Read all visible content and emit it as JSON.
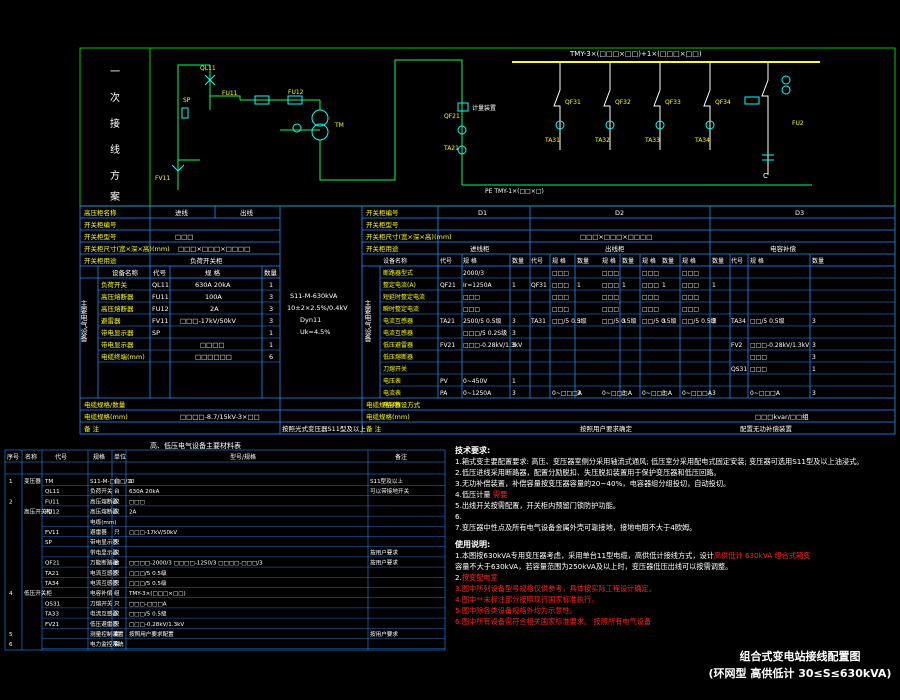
{
  "left_panel": {
    "label_chars": [
      "一",
      "次",
      "接",
      "线",
      "方",
      "案"
    ]
  },
  "busbar_label": "TMY-3×(□□□×□□)+1×(□□□×□□)",
  "pe_label": "PE  TMY-1×(□□×□)",
  "component_labels": {
    "fu11": "FU11",
    "fu12": "FU12",
    "qs11": "QL11",
    "sp": "SP",
    "fv11": "FV11",
    "tm": "TM",
    "qf21": "QF21",
    "ta21": "TA21",
    "meter": "计量装置",
    "qf31": "QF31",
    "qf32": "QF32",
    "qf33": "QF33",
    "qf34": "QF34",
    "ta31": "TA31",
    "ta32": "TA32",
    "ta33": "TA33",
    "ta34": "TA34",
    "c": "C",
    "fu2": "FU2"
  },
  "hv_table": {
    "rows": [
      {
        "label": "高压柜名称",
        "col1": "进线",
        "col2": "出线"
      },
      {
        "label": "开关柜编号",
        "col1": "",
        "col2": ""
      },
      {
        "label": "开关柜型号",
        "col1": "□□□",
        "col2": ""
      },
      {
        "label": "开关柜尺寸(宽×深×高)(mm)",
        "col1": "□□□×□□□×□□□□",
        "col2": ""
      },
      {
        "label": "开关柜用途",
        "col1": "负荷开关柜",
        "col2": ""
      }
    ],
    "equip_header": [
      "设备名称",
      "代号",
      "规 格",
      "数量"
    ],
    "side_label": "主要电气设备",
    "equip": [
      [
        "负荷开关",
        "QL11",
        "630A  20kA",
        "1"
      ],
      [
        "高压熔断器",
        "FU11",
        "100A",
        "3"
      ],
      [
        "高压熔断器",
        "FU12",
        "2A",
        "3"
      ],
      [
        "避雷器",
        "FV11",
        "□□□-17kV/50kV",
        "3"
      ],
      [
        "带电显示器",
        "SP",
        "",
        "1"
      ],
      [
        "带电显示器",
        "",
        "□□□□",
        "1"
      ],
      [
        "电缆终端(mm)",
        "",
        "□□□□□□",
        "6"
      ]
    ],
    "cable_label": "电缆规格/数量",
    "cable_row": [
      "电缆规格(mm)",
      "□□□□-8.7/15kV-3×□□"
    ],
    "remark_label": "备 注",
    "remark_value": "按照光式变压器S11型及以上"
  },
  "transformer_spec": [
    "S11-M-630kVA",
    "10±2×2.5%/0.4kV",
    "Dyn11",
    "Uk=4.5%"
  ],
  "lv_table": {
    "head": [
      [
        "开关柜编号",
        "D1",
        "D2",
        "D3"
      ],
      [
        "开关柜型号",
        "",
        "",
        ""
      ],
      [
        "开关柜尺寸(宽×深×高)(mm)",
        "",
        "□□□×□□□×□□□□",
        ""
      ],
      [
        "开关柜用途",
        "进线柜",
        "出线柜",
        "电容补偿"
      ]
    ],
    "sub_head": [
      "设备名称",
      "代号",
      "规 格",
      "数量",
      "代号",
      "规 格",
      "数量",
      "规 格",
      "数量",
      "规 格",
      "数量",
      "规 格",
      "数量",
      "代号",
      "规 格",
      "数量"
    ],
    "side_label": "主要电气设备",
    "rows": [
      [
        "断路器型式",
        "",
        "2000/3",
        "",
        "",
        "□□□",
        "",
        "□□□",
        "",
        "□□□",
        "",
        "□□□",
        "",
        "",
        "",
        ""
      ],
      [
        "整定电流(A)",
        "QF21",
        "Ir=1250A",
        "1",
        "QF31",
        "□□□",
        "1",
        "□□□",
        "1",
        "□□□",
        "1",
        "□□□",
        "1",
        "",
        "",
        ""
      ],
      [
        "短延时整定电流",
        "",
        "□□□",
        "",
        "",
        "□□□",
        "",
        "□□□",
        "",
        "□□□",
        "",
        "□□□",
        "",
        "",
        "",
        ""
      ],
      [
        "瞬时整定电流",
        "",
        "□□□",
        "",
        "",
        "□□□",
        "",
        "□□□",
        "",
        "□□□",
        "",
        "□□□",
        "",
        "",
        "",
        ""
      ],
      [
        "电流互感器",
        "TA21",
        "2500/5 0.5级",
        "3",
        "TA31",
        "□□/5 0.5级",
        "3",
        "□□/5 0.5级",
        "3",
        "□□/5 0.5级",
        "3",
        "□□/5 0.5级",
        "3",
        "TA34",
        "□□/5 0.5级",
        "3"
      ],
      [
        "电流互感器",
        "",
        "□□□/5 0.2S级",
        "3",
        "",
        "",
        "",
        "",
        "",
        "",
        "",
        "",
        "",
        "",
        "",
        ""
      ],
      [
        "低压避雷器",
        "FV21",
        "□□□-0.28kV/1.3kV",
        "3",
        "",
        "",
        "",
        "",
        "",
        "",
        "",
        "",
        "",
        "FV2",
        "□□□-0.28kV/1.3kV",
        "3"
      ],
      [
        "低压熔断器",
        "",
        "",
        "",
        "",
        "",
        "",
        "",
        "",
        "",
        "",
        "",
        "",
        "",
        "□□□",
        "3"
      ],
      [
        "刀熔开关",
        "",
        "",
        "",
        "",
        "",
        "",
        "",
        "",
        "",
        "",
        "",
        "",
        "QS31",
        "□□□",
        "1"
      ],
      [
        "电压表",
        "PV",
        "0~450V",
        "1",
        "",
        "",
        "",
        "",
        "",
        "",
        "",
        "",
        "",
        "",
        "",
        ""
      ],
      [
        "电流表",
        "PA",
        "0~1250A",
        "3",
        "",
        "0~□□□A",
        "3",
        "0~□□□A",
        "3",
        "0~□□□A",
        "3",
        "0~□□□A",
        "3",
        "",
        "0~□□□A",
        "3"
      ],
      [
        "电容器",
        "",
        "",
        "",
        "",
        "",
        "",
        "",
        "",
        "",
        "",
        "",
        "",
        "",
        "",
        ""
      ]
    ],
    "cable_label": "电缆规格/敷设方式",
    "cable_row": [
      "电缆规格(mm)",
      "",
      "",
      "",
      "",
      "",
      "",
      "□□□kvar/□□组"
    ],
    "remark_label": "备 注",
    "remark_d2": "按照用户要求确定",
    "remark_d3": "配置无功补偿装置"
  },
  "bottom_table": {
    "title": "高、低压电气设备主要材料表",
    "head": [
      "序号",
      "名称",
      "代号",
      "规格",
      "单位",
      "型号/规格",
      "备注"
    ],
    "rows": [
      [
        "1",
        "变压器",
        "TM",
        "S11-M-□□□/10",
        "台",
        "1",
        "S11型及以上"
      ],
      [
        "",
        "",
        "QL11",
        "负荷开关",
        "台",
        "630A 20kA",
        "可以带接地开关"
      ],
      [
        "2",
        "",
        "FU11",
        "高压熔断器",
        "只",
        "□□□",
        ""
      ],
      [
        "",
        "高压开关柜",
        "FU12",
        "高压熔断器",
        "只",
        "2A",
        ""
      ],
      [
        "",
        "",
        "",
        "电缆(mm)",
        "",
        "",
        ""
      ],
      [
        "",
        "",
        "FV11",
        "避雷器",
        "只",
        "□□□-17kV/50kV",
        ""
      ],
      [
        "",
        "",
        "SP",
        "带电显示器",
        "只",
        "",
        ""
      ],
      [
        "",
        "",
        "",
        "带电显示器",
        "只",
        "",
        "按用户要求"
      ],
      [
        "",
        "",
        "QF21",
        "万能断路器",
        "台",
        "□□□□-2000/3  □□□□-1250/3  □□□□-□□□/3",
        "按用户要求"
      ],
      [
        "",
        "",
        "TA21",
        "电流互感器",
        "只",
        "□□□/5 0.5级",
        ""
      ],
      [
        "",
        "",
        "TA34",
        "电流互感器",
        "只",
        "□□□/5 0.5级",
        ""
      ],
      [
        "4",
        "低压开关柜",
        "",
        "电容补偿",
        "组",
        "TMY-3×(□□□×□□)",
        ""
      ],
      [
        "",
        "",
        "QS31",
        "刀熔开关",
        "只",
        "□□□-□□□A",
        ""
      ],
      [
        "",
        "",
        "TA33",
        "电流互感器",
        "只",
        "□□□/5 0.5级",
        ""
      ],
      [
        "",
        "",
        "FV21",
        "低压避雷器",
        "只",
        "□□□-0.28kV/1.3kV",
        ""
      ],
      [
        "5",
        "",
        "",
        "测量控制装置",
        "套",
        "按照用户要求配置",
        "按用户要求"
      ],
      [
        "6",
        "",
        "",
        "电力监控系统",
        "套",
        "",
        ""
      ]
    ]
  },
  "notes": {
    "tech_title": "技术要求:",
    "tech": [
      "1.箱式变主要配置要求: 高压、变压器室侧分采用轴流式通风; 低压室分采用配电式固定安装; 变压器可选用S11型及以上油浸式。",
      "2.低压进线采用断路器，配置分励脱扣、失压脱扣装置用于保护变压器和低压回路。",
      "3.无功补偿装置，补偿容量按变压器容量的20~40%，电容器组分组投切，自动投切。",
      "4.低压计量",
      "5.出线开关按需配置，开关柜内预留门锁防护功能。",
      "6.",
      "7.变压器中性点及所有电气设备金属外壳可靠接地，接地电阻不大于4欧姆。"
    ],
    "usage_title": "使用说明:",
    "usage": [
      "1.本图按630kVA专用变压器考虑，采用单台11型电缆，高供低计接线方式，设计",
      "容量不大于630kVA，若容量范围为250kVA及以上时，变压器低压出线可以按需调整。",
      "2.",
      "3.图中所列设备型号规格仅供参考，具体按实际工程设计确定。",
      "4.图中**未标注部分按照现行国家标准执行。",
      "5.图中除各类设备规格外均为示意性。",
      "6.图中所有设备需符合相关国家标准要求。"
    ],
    "red_snippets": [
      "高供低计",
      "需要",
      "630kVA",
      "按变配电室",
      "组合式箱变",
      "按照",
      "所有电气设备"
    ]
  },
  "title_block": {
    "line1": "组合式变电站接线配置图",
    "line2": "(环网型  高供低计  30≤S≤630kVA)"
  }
}
